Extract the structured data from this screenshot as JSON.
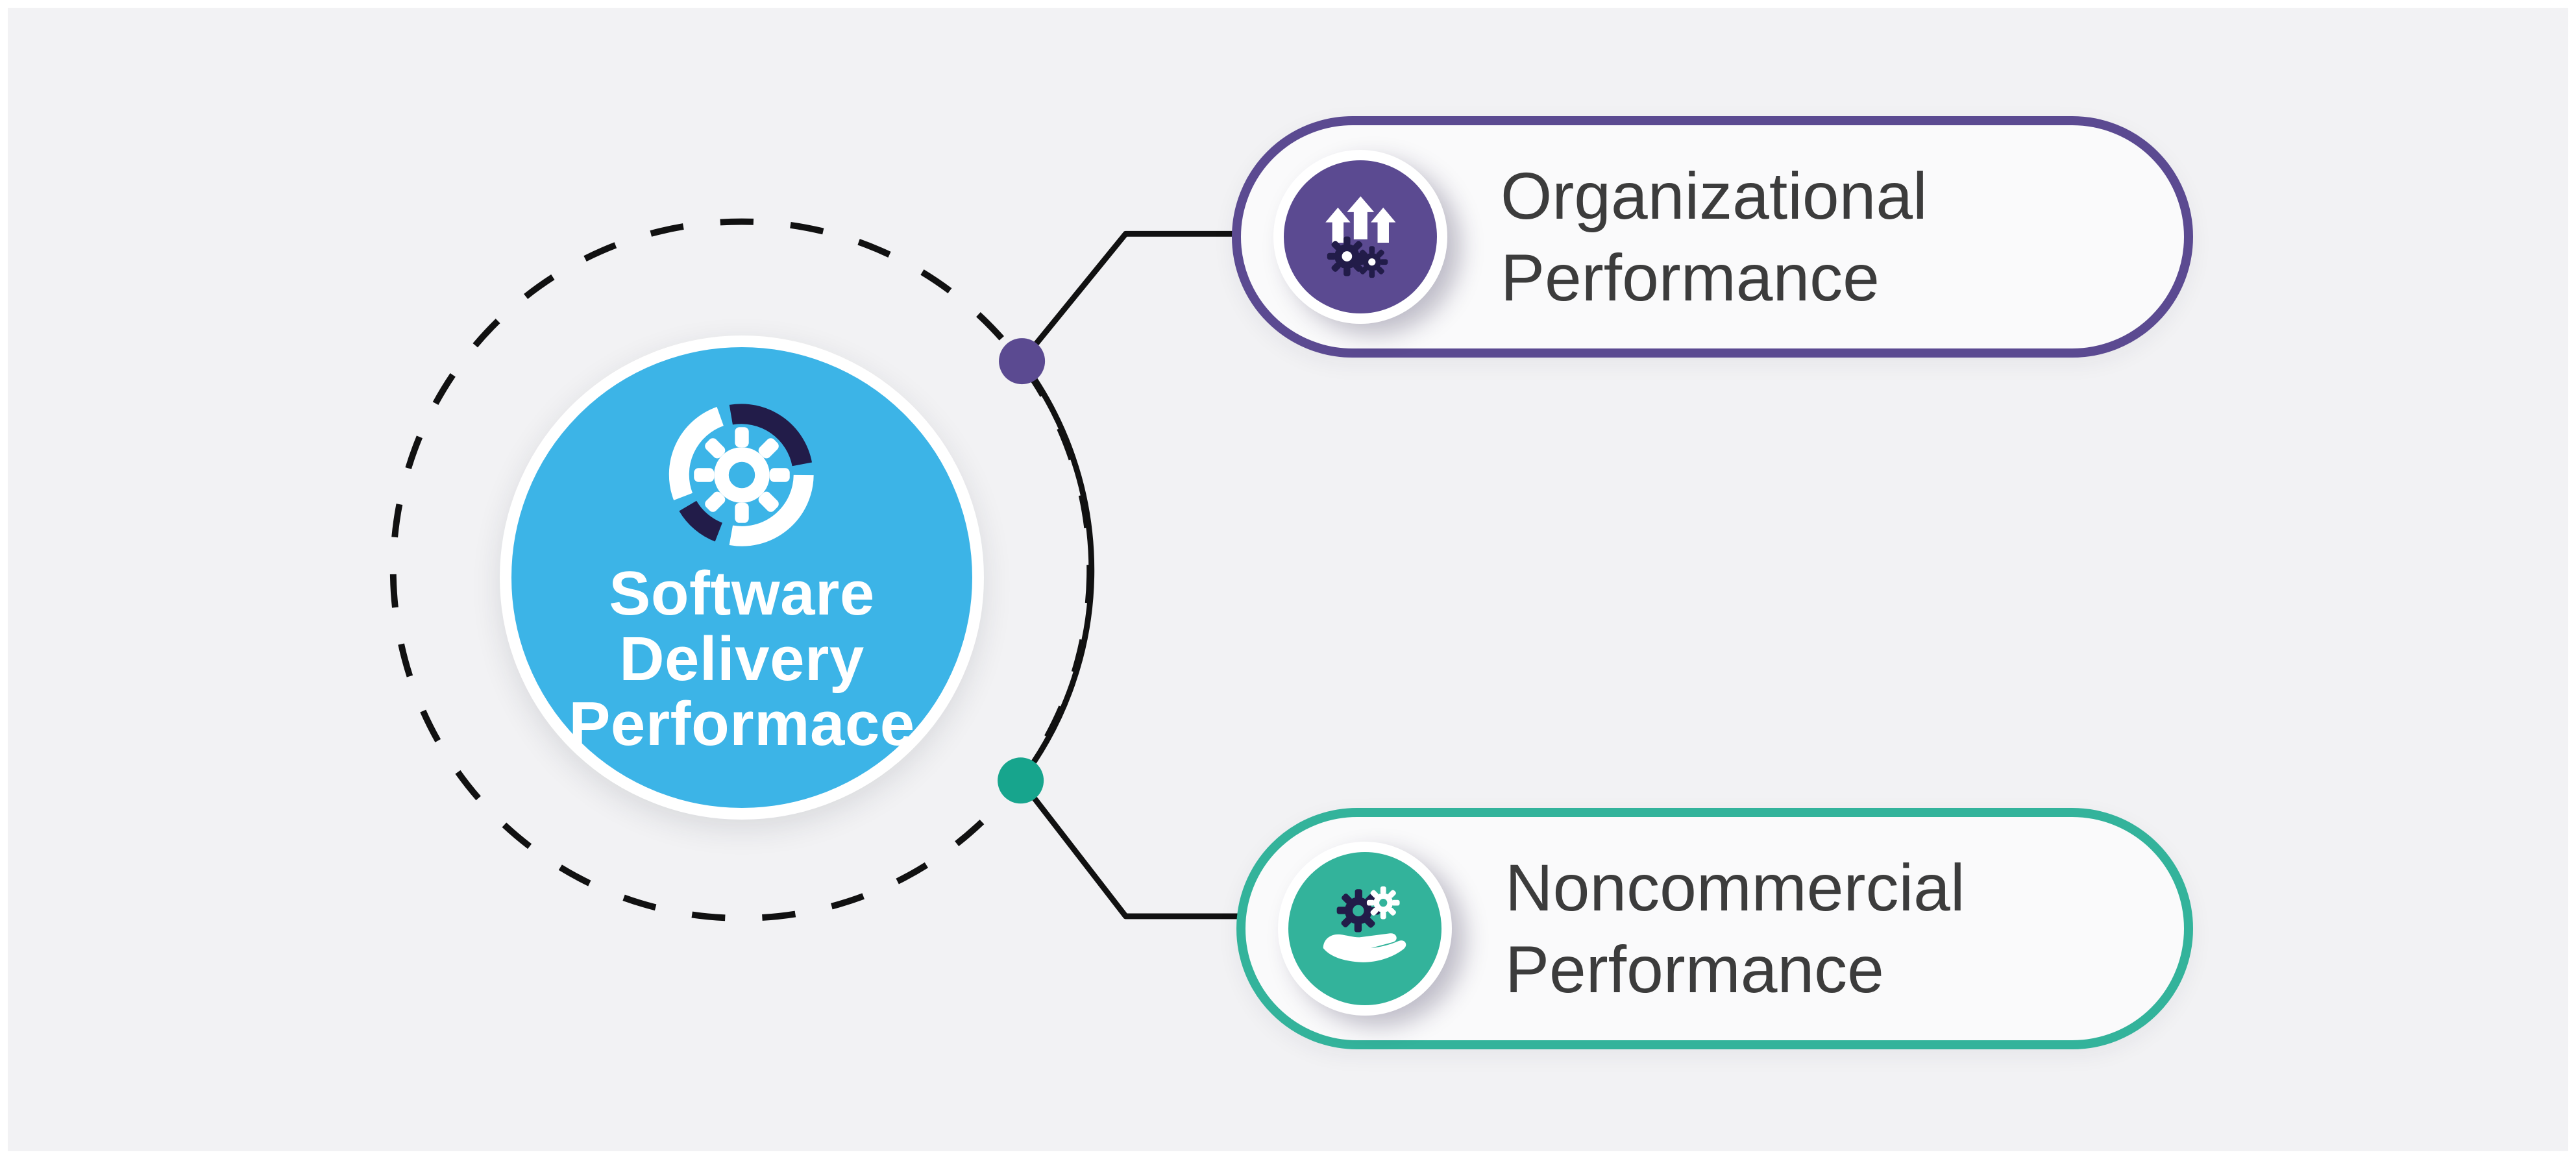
{
  "colors": {
    "page-bg": "#f2f2f4",
    "canvas-border": "#ffffff",
    "blue": "#3cb4e7",
    "navy": "#221c49",
    "purple": "#5b4a91",
    "teal": "#33b39b",
    "teal-dark": "#17a58d",
    "line": "#111111",
    "pill-bg": "#fafafb",
    "text-dark": "#3c3c3c"
  },
  "center": {
    "icon": "gear-progress-icon",
    "label_lines": [
      "Software",
      "Delivery",
      "Performace"
    ]
  },
  "nodes": [
    {
      "id": "organizational-performance",
      "icon": "growth-gears-icon",
      "accent": "#5b4a91",
      "label_lines": [
        "Organizational",
        "Performance"
      ]
    },
    {
      "id": "noncommercial-performance",
      "icon": "hand-gears-icon",
      "accent": "#33b39b",
      "label_lines": [
        "Noncommercial",
        "Performance"
      ]
    }
  ]
}
